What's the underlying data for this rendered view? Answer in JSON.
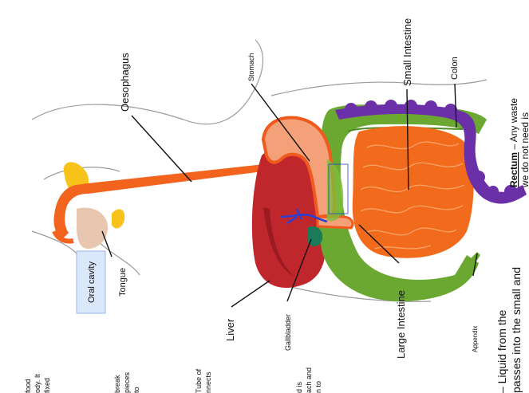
{
  "labels": {
    "oesophagus": "Oesophagus",
    "stomach": "Stomach",
    "small_intestine": "Small Intestine",
    "colon": "Colon",
    "oral_cavity": "Oral cavity",
    "tongue": "Tongue",
    "liver": "Liver",
    "gallbladder": "Gallbladder",
    "large_intestine": "Large Intestine",
    "appendix": "Appendix"
  },
  "side_text": {
    "rectum_title": "Rectum",
    "rectum_line1": " – Any waste",
    "rectum_line2": "we do not need is",
    "bottom_line1": "– Liquid from the",
    "bottom_line2": "passes into the small and",
    "frag_col1_line1": "food",
    "frag_col1_line2": "ody. It",
    "frag_col1_line3": "fixed",
    "frag_col2_line1": "break",
    "frag_col2_line2": "pieces",
    "frag_col2_line3": "to",
    "frag_col3_line1": "Tube of",
    "frag_col3_line2": "nnects",
    "frag_col4_line1": "d is",
    "frag_col4_line2": "ach and",
    "frag_col4_line3": "n to"
  },
  "colors": {
    "oesophagus": "#f2641e",
    "stomach": "#f4a078",
    "stomach_rim": "#f05a1e",
    "liver": "#c0272d",
    "liver_dark": "#9b1b22",
    "gallbladder": "#1a7a5a",
    "bile_duct": "#2a3fd6",
    "large_intestine": "#6aa832",
    "small_intestine": "#f26a1b",
    "rectum": "#6b2fa8",
    "gland": "#f7c21a",
    "tongue": "#e8c6b0",
    "oral_box": "#dbe8fb"
  }
}
